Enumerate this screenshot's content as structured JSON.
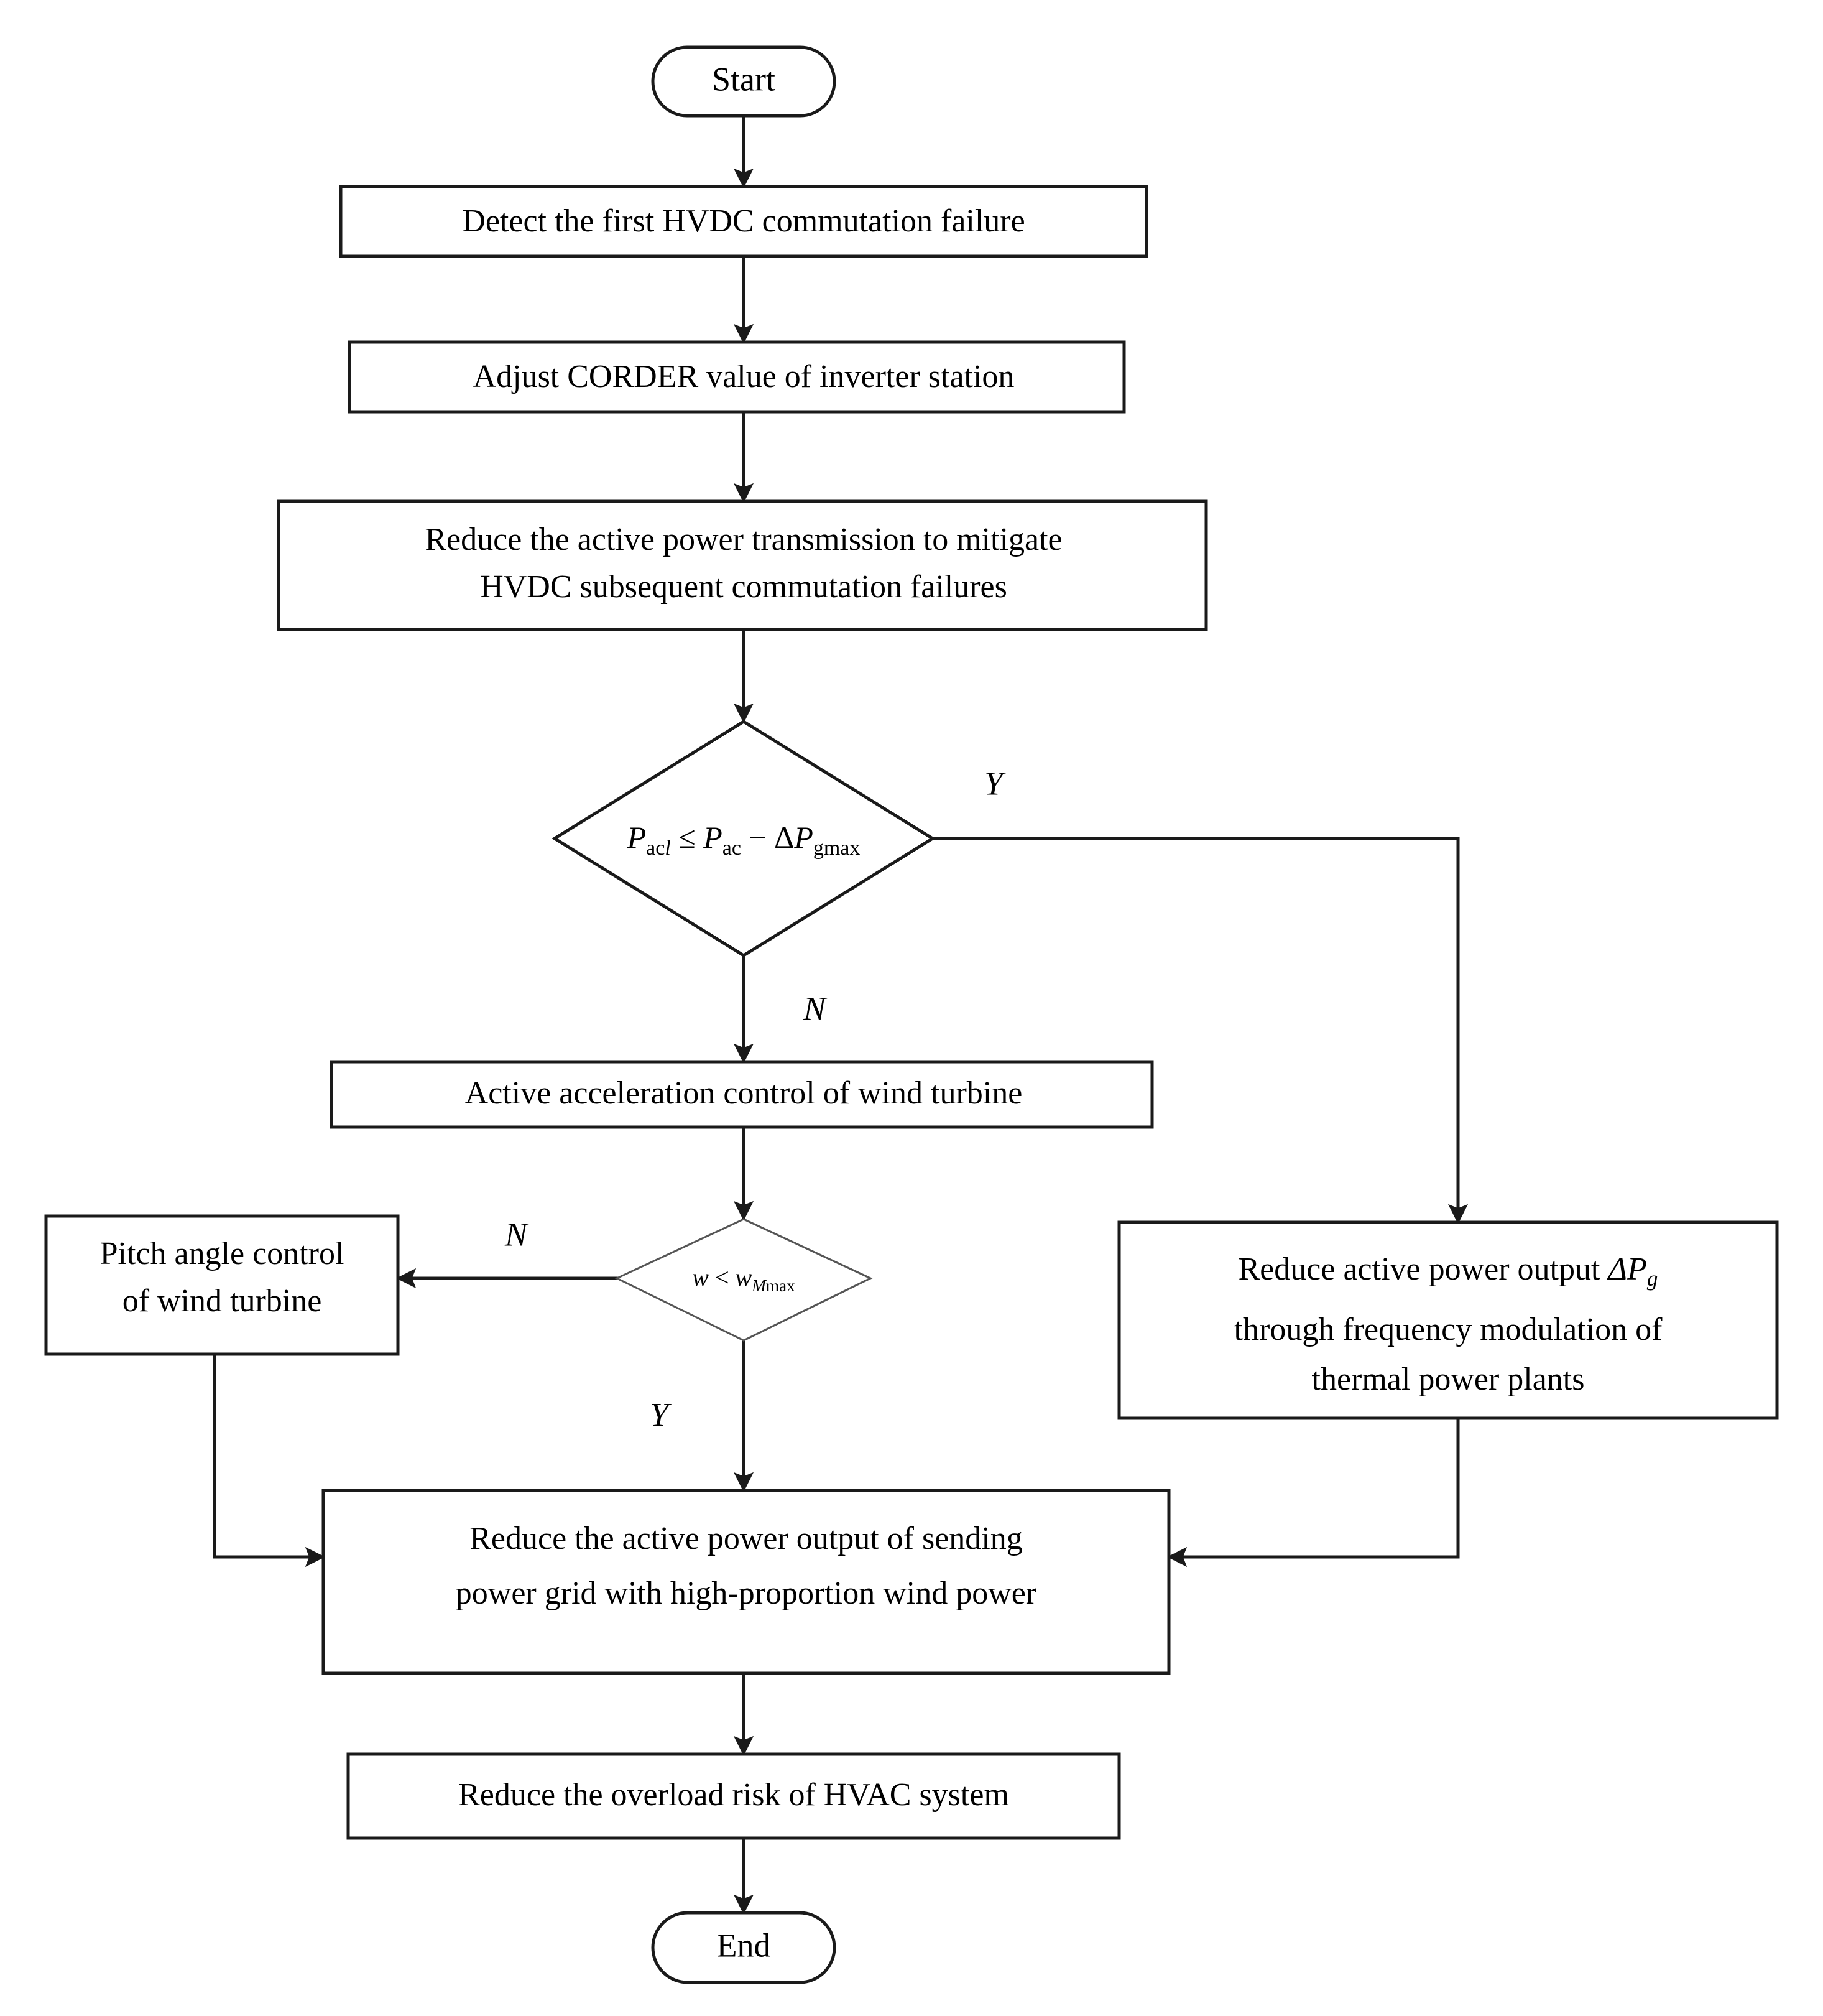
{
  "diagram": {
    "type": "flowchart",
    "title": "HVDC commutation failure mitigation control flowchart",
    "orientation": "top-to-bottom",
    "background": "#ffffff",
    "line_color": "#1a1a1a",
    "text_color": "#000000"
  },
  "nodes": {
    "start": {
      "id": "start",
      "shape": "terminator",
      "label": "Start"
    },
    "detect": {
      "id": "detect",
      "shape": "process",
      "label": "Detect the first HVDC commutation failure"
    },
    "corder": {
      "id": "corder",
      "shape": "process",
      "label": "Adjust CORDER value of inverter station"
    },
    "reduce_tx": {
      "id": "reduce_tx",
      "shape": "process",
      "line1": "Reduce the  active power transmission to mitigate",
      "line2": "HVDC subsequent commutation failures"
    },
    "decision1": {
      "id": "decision1",
      "shape": "decision",
      "formula_plain": "Pacl ≤ Pac − ΔPgmax",
      "parts": {
        "p1": "P",
        "p1sub": "ac",
        "p1subi": "l",
        "op1": "≤",
        "p2": "P",
        "p2sub": "ac",
        "op2": "−",
        "delta": "Δ",
        "p3": "P",
        "p3sub": "gmax"
      }
    },
    "accel": {
      "id": "accel",
      "shape": "process",
      "label": "Active acceleration control of wind turbine"
    },
    "decision2": {
      "id": "decision2",
      "shape": "decision",
      "formula_plain": "w < wMmax",
      "parts": {
        "w1": "w",
        "op": "<",
        "w2": "w",
        "sub_i": "M",
        "sub_u": "max"
      }
    },
    "pitch": {
      "id": "pitch",
      "shape": "process",
      "line1": "Pitch angle control",
      "line2": "of wind turbine"
    },
    "thermal": {
      "id": "thermal",
      "shape": "process",
      "line1_pre": "Reduce active power output ",
      "line1_delta": "Δ",
      "line1_p": "P",
      "line1_sub": "g",
      "line2": "through frequency modulation of",
      "line3": "thermal power plants",
      "line1_plain": "Reduce active power output ΔPg"
    },
    "reduce_out": {
      "id": "reduce_out",
      "shape": "process",
      "line1": "Reduce the active power output of sending",
      "line2": "power grid with high-proportion wind power"
    },
    "overload": {
      "id": "overload",
      "shape": "process",
      "label": "Reduce the overload risk of HVAC system"
    },
    "end": {
      "id": "end",
      "shape": "terminator",
      "label": "End"
    }
  },
  "edge_labels": {
    "d1_yes": "Y",
    "d1_no": "N",
    "d2_no": "N",
    "d2_yes": "Y"
  },
  "edges": [
    {
      "from": "start",
      "to": "detect",
      "label": ""
    },
    {
      "from": "detect",
      "to": "corder",
      "label": ""
    },
    {
      "from": "corder",
      "to": "reduce_tx",
      "label": ""
    },
    {
      "from": "reduce_tx",
      "to": "decision1",
      "label": ""
    },
    {
      "from": "decision1",
      "to": "thermal",
      "label": "Y"
    },
    {
      "from": "decision1",
      "to": "accel",
      "label": "N"
    },
    {
      "from": "accel",
      "to": "decision2",
      "label": ""
    },
    {
      "from": "decision2",
      "to": "pitch",
      "label": "N"
    },
    {
      "from": "decision2",
      "to": "reduce_out",
      "label": "Y"
    },
    {
      "from": "pitch",
      "to": "reduce_out",
      "label": ""
    },
    {
      "from": "thermal",
      "to": "reduce_out",
      "label": ""
    },
    {
      "from": "reduce_out",
      "to": "overload",
      "label": ""
    },
    {
      "from": "overload",
      "to": "end",
      "label": ""
    }
  ]
}
